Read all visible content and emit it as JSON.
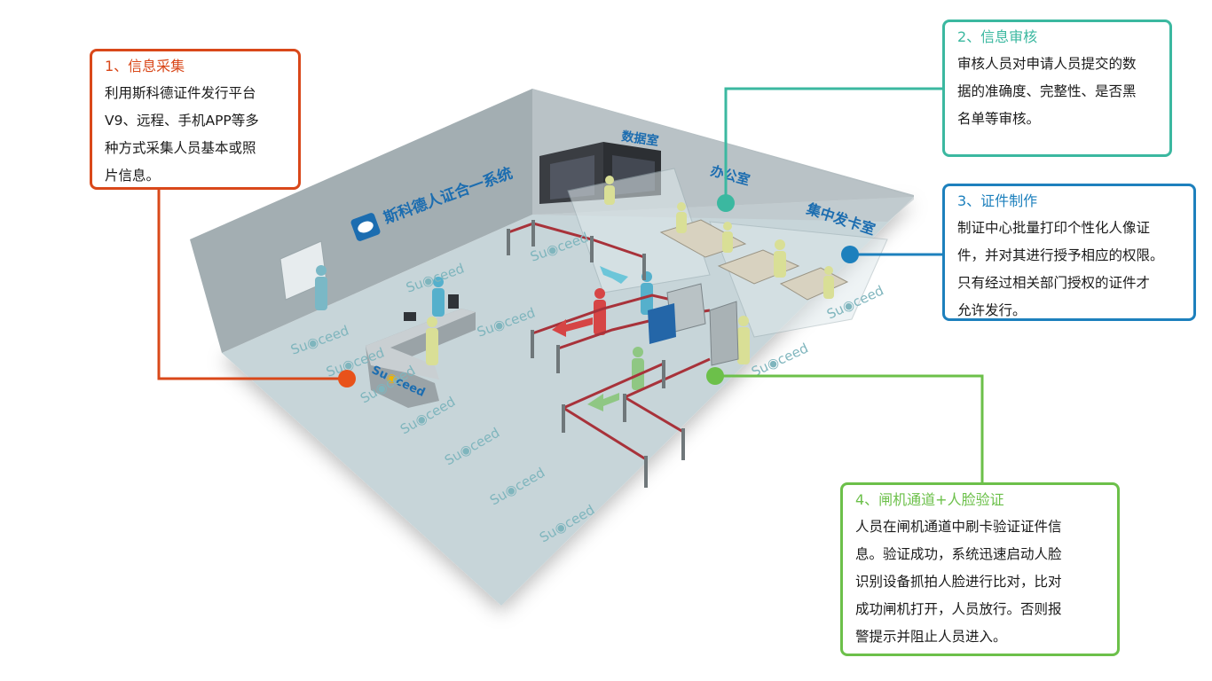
{
  "scene": {
    "system_sign": "斯科德人证合一系统",
    "rooms": {
      "data_room": "数据室",
      "office": "办公室",
      "card_room": "集中发卡室"
    },
    "floor_brand": "Su",
    "floor_brand_tail": "ceed",
    "counter_brand": "Su",
    "counter_brand_tail": "ceed"
  },
  "callouts": [
    {
      "title": "1、信息采集",
      "lines": [
        "利用斯科德证件发行平台",
        "V9、远程、手机APP等多",
        "种方式采集人员基本或照",
        "片信息。"
      ],
      "color": "#d9481a"
    },
    {
      "title": "2、信息审核",
      "lines": [
        "审核人员对申请人员提交的数",
        "据的准确度、完整性、是否黑",
        "名单等审核。"
      ],
      "color": "#3bb8a0"
    },
    {
      "title": "3、证件制作",
      "lines": [
        "制证中心批量打印个性化人像证",
        "件，并对其进行授予相应的权限。",
        "只有经过相关部门授权的证件才",
        "允许发行。"
      ],
      "color": "#1d80bd"
    },
    {
      "title": "4、闸机通道+人脸验证",
      "lines": [
        "人员在闸机通道中刷卡验证证件信",
        "息。验证成功，系统迅速启动人脸",
        "识别设备抓拍人脸进行比对，比对",
        "成功闸机打开，人员放行。否则报",
        "警提示并阻止人员进入。"
      ],
      "color": "#6cc04a"
    }
  ]
}
